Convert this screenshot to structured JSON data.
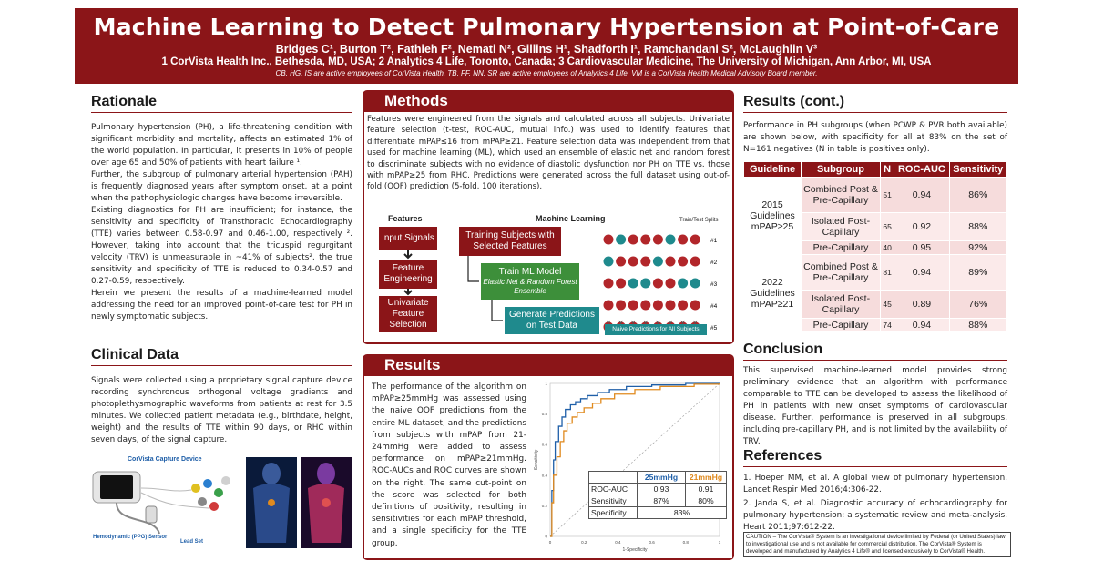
{
  "header": {
    "title": "Machine Learning to Detect Pulmonary Hypertension at Point-of-Care",
    "authors": "Bridges C¹, Burton T², Fathieh F², Nemati N², Gillins H¹, Shadforth I¹, Ramchandani S², McLaughlin V³",
    "affiliations": "1 CorVista Health Inc., Bethesda, MD, USA; 2 Analytics 4 Life, Toronto, Canada; 3 Cardiovascular Medicine, The University of Michigan, Ann Arbor, MI, USA",
    "note": "CB, HG, IS are active employees of CorVista Health. TB, FF, NN, SR are active employees of Analytics 4 Life. VM is a CorVista Health Medical Advisory Board member."
  },
  "rationale": {
    "title": "Rationale",
    "p1": "Pulmonary hypertension (PH), a life-threatening condition with significant morbidity and mortality, affects an estimated 1% of the world population. In particular, it presents in 10% of people over age 65 and 50% of patients with heart failure ¹.",
    "p2": "Further, the subgroup of pulmonary arterial hypertension (PAH) is frequently diagnosed years after symptom onset, at a point when the pathophysiologic changes have become irreversible.",
    "p3": "Existing diagnostics for PH are insufficient; for instance, the sensitivity and specificity of Transthoracic Echocardiography (TTE) varies between 0.58-0.97 and 0.46-1.00, respectively ². However, taking into account that the tricuspid regurgitant velocity (TRV) is unmeasurable in ~41% of subjects², the true sensitivity and specificity of TTE is reduced to 0.34-0.57 and 0.27-0.59, respectively.",
    "p4": "Herein we present the results of a machine-learned model addressing the need for an improved point-of-care test for PH in newly symptomatic subjects."
  },
  "clinical": {
    "title": "Clinical Data",
    "p1": "Signals were collected using a proprietary signal capture device recording synchronous orthogonal voltage gradients and photoplethysmographic waveforms from patients at rest for 3.5 minutes. We collected patient metadata (e.g., birthdate, height, weight) and the results of TTE within 90 days, or RHC within seven days, of the signal capture.",
    "device_label": "CorVista Capture Device",
    "sensor_label": "Hemodynamic (PPG) Sensor",
    "leadset_label": "Lead Set"
  },
  "methods": {
    "title": "Methods",
    "text": "Features were engineered from the signals and calculated across all subjects. Univariate feature selection (t-test, ROC-AUC, mutual info.) was used to identify features that differentiate mPAP≤16 from mPAP≥21. Feature selection data was independent from that used for machine learning (ML), which used an ensemble of elastic net and random forest to discriminate subjects with no evidence of diastolic dysfunction nor PH on TTE vs. those with mPAP≥25 from RHC. Predictions were generated across the full dataset using out-of-fold (OOF) prediction (5-fold, 100 iterations).",
    "features_header": "Features",
    "ml_header": "Machine Learning",
    "splits_header": "Train/Test Splits",
    "input_signals": "Input Signals",
    "feature_engineering": "Feature Engineering",
    "univariate": "Univariate Feature Selection",
    "training_subjects": "Training Subjects with Selected Features",
    "train_model": "Train ML Model",
    "train_model_sub": "Elastic Net & Random Forest Ensemble",
    "generate_predictions": "Generate Predictions on Test Data",
    "split_labels": [
      "#1",
      "#2",
      "#3",
      "#4",
      "#5"
    ],
    "naive_label": "Naive Predictions for All Subjects",
    "test_pattern": [
      [
        0,
        1,
        0,
        0,
        0,
        1,
        0,
        0
      ],
      [
        1,
        0,
        0,
        0,
        1,
        0,
        0,
        0
      ],
      [
        0,
        0,
        1,
        1,
        0,
        0,
        1,
        1
      ],
      [
        0,
        0,
        0,
        0,
        0,
        0,
        0,
        0
      ],
      [
        0,
        0,
        0,
        0,
        0,
        0,
        0,
        0
      ]
    ],
    "colors": {
      "train": "#b2262a",
      "test": "#1f8a8d",
      "green": "#3d8f3a"
    }
  },
  "results": {
    "title": "Results",
    "text": "The performance of the algorithm on mPAP≥25mmHg was assessed using the naive OOF predictions from the entire ML dataset, and the predictions from subjects with mPAP from 21-24mmHg were added to assess performance on mPAP≥21mmHg. ROC-AUCs and ROC curves are shown on the right. The same cut-point on the score was selected for both definitions of positivity, resulting in sensitivities for each mPAP threshold, and a single specificity for the TTE group.",
    "table": {
      "col1": "25mmHg",
      "col2": "21mmHg",
      "rows": [
        {
          "label": "ROC-AUC",
          "v1": "0.93",
          "v2": "0.91"
        },
        {
          "label": "Sensitivity",
          "v1": "87%",
          "v2": "80%"
        },
        {
          "label": "Specificity",
          "v1": "83%",
          "v2": ""
        }
      ]
    }
  },
  "chart_data": {
    "type": "line",
    "xlabel": "1-Specificity",
    "ylabel": "Sensitivity",
    "xlim": [
      0,
      1
    ],
    "ylim": [
      0,
      1
    ],
    "x_ticks": [
      "0",
      "0.2",
      "0.4",
      "0.6",
      "0.8",
      "1"
    ],
    "y_ticks": [
      "0",
      "0.2",
      "0.4",
      "0.6",
      "0.8",
      "1"
    ],
    "series": [
      {
        "name": "25mmHg",
        "color": "#1f5fa8",
        "x": [
          0,
          0.01,
          0.02,
          0.03,
          0.05,
          0.07,
          0.09,
          0.12,
          0.15,
          0.18,
          0.22,
          0.28,
          0.35,
          0.45,
          0.6,
          0.8,
          1
        ],
        "y": [
          0,
          0.3,
          0.5,
          0.62,
          0.72,
          0.78,
          0.83,
          0.86,
          0.88,
          0.9,
          0.92,
          0.94,
          0.96,
          0.98,
          0.99,
          1,
          1
        ]
      },
      {
        "name": "21mmHg",
        "color": "#e08a1e",
        "x": [
          0,
          0.01,
          0.02,
          0.04,
          0.06,
          0.08,
          0.1,
          0.13,
          0.16,
          0.2,
          0.25,
          0.3,
          0.38,
          0.5,
          0.65,
          0.85,
          1
        ],
        "y": [
          0,
          0.22,
          0.4,
          0.52,
          0.62,
          0.69,
          0.74,
          0.78,
          0.81,
          0.84,
          0.87,
          0.9,
          0.93,
          0.96,
          0.98,
          0.995,
          1
        ]
      }
    ]
  },
  "results_cont": {
    "title": "Results (cont.)",
    "text": "Performance in PH subgroups (when PCWP & PVR both available) are shown below, with specificity for all at 83% on the set of N=161 negatives (N in table is positives only).",
    "headers": [
      "Guideline",
      "Subgroup",
      "N",
      "ROC-AUC",
      "Sensitivity"
    ],
    "groups": [
      {
        "guideline": "2015 Guidelines mPAP≥25",
        "rows": [
          {
            "subgroup": "Combined Post & Pre-Capillary",
            "n": "51",
            "auc": "0.94",
            "sens": "86%"
          },
          {
            "subgroup": "Isolated Post-Capillary",
            "n": "65",
            "auc": "0.92",
            "sens": "88%"
          },
          {
            "subgroup": "Pre-Capillary",
            "n": "40",
            "auc": "0.95",
            "sens": "92%"
          }
        ]
      },
      {
        "guideline": "2022 Guidelines mPAP≥21",
        "rows": [
          {
            "subgroup": "Combined Post & Pre-Capillary",
            "n": "81",
            "auc": "0.94",
            "sens": "89%"
          },
          {
            "subgroup": "Isolated Post-Capillary",
            "n": "45",
            "auc": "0.89",
            "sens": "76%"
          },
          {
            "subgroup": "Pre-Capillary",
            "n": "74",
            "auc": "0.94",
            "sens": "88%"
          }
        ]
      }
    ]
  },
  "conclusion": {
    "title": "Conclusion",
    "text": "This supervised machine-learned model provides strong preliminary evidence that an algorithm with performance comparable to TTE can be developed to assess the likelihood of PH in patients with new onset symptoms of cardiovascular disease. Further, performance is preserved in all subgroups, including pre-capillary PH, and is not limited by the availability of TRV."
  },
  "references": {
    "title": "References",
    "ref1": "1. Hoeper MM, et al. A global view of pulmonary hypertension. Lancet Respir Med 2016;4:306-22.",
    "ref2": "2. Janda S, et al. Diagnostic accuracy of echocardiography for pulmonary hypertension: a systematic review and meta-analysis. Heart 2011;97:612-22."
  },
  "caution": "CAUTION – The CorVista® System is an investigational device limited by Federal (or United States) law to investigational use and is not available for commercial distribution. The CorVista® System is developed and manufactured by Analytics 4 Life® and licensed exclusively to CorVista® Health."
}
